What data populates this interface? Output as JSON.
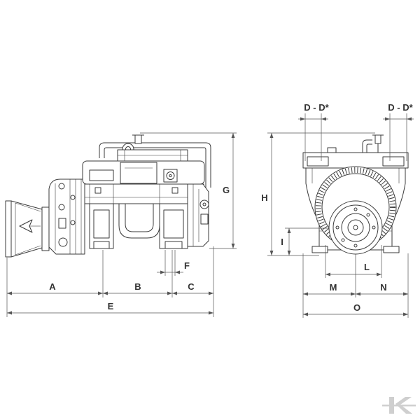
{
  "colors": {
    "line": "#3a3a3a",
    "dimension": "#555555",
    "logo": "#cfcfcf",
    "background": "#ffffff"
  },
  "side_view": {
    "labels": {
      "a": "A",
      "b": "B",
      "c": "C",
      "e": "E",
      "f": "F",
      "g": "G"
    }
  },
  "front_view": {
    "labels": {
      "d_left": "D - D*",
      "d_right": "D - D*",
      "h": "H",
      "i": "I",
      "l": "L",
      "m": "M",
      "n": "N",
      "o": "O"
    }
  },
  "logo": {
    "letter": "K"
  }
}
